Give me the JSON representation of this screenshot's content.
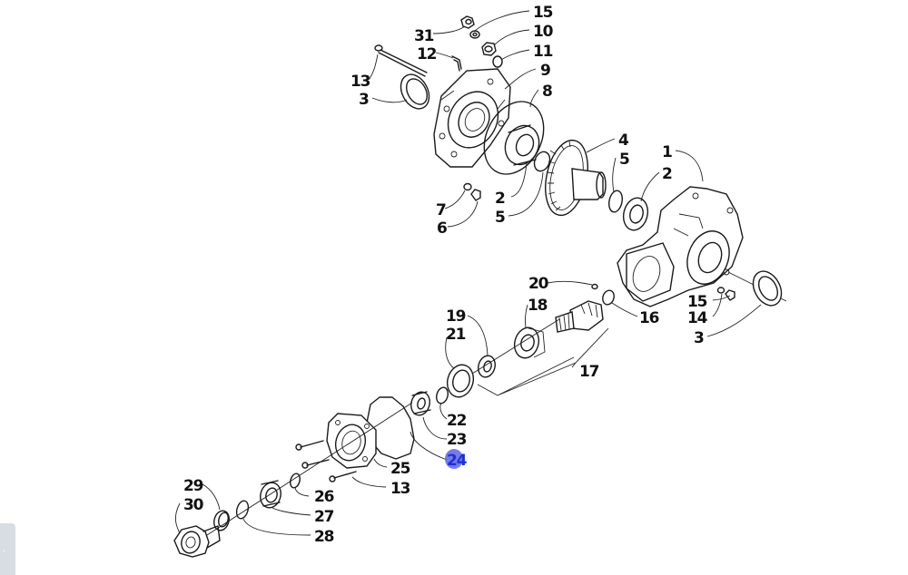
{
  "diagram": {
    "callouts": [
      {
        "id": "c15a",
        "text": "15"
      },
      {
        "id": "c31",
        "text": "31"
      },
      {
        "id": "c10",
        "text": "10"
      },
      {
        "id": "c12",
        "text": "12"
      },
      {
        "id": "c11",
        "text": "11"
      },
      {
        "id": "c9",
        "text": "9"
      },
      {
        "id": "c13a",
        "text": "13"
      },
      {
        "id": "c8",
        "text": "8"
      },
      {
        "id": "c3a",
        "text": "3"
      },
      {
        "id": "c4",
        "text": "4"
      },
      {
        "id": "c1",
        "text": "1"
      },
      {
        "id": "c5a",
        "text": "5"
      },
      {
        "id": "c2a",
        "text": "2"
      },
      {
        "id": "c2b",
        "text": "2"
      },
      {
        "id": "c7",
        "text": "7"
      },
      {
        "id": "c5b",
        "text": "5"
      },
      {
        "id": "c6",
        "text": "6"
      },
      {
        "id": "c20",
        "text": "20"
      },
      {
        "id": "c18",
        "text": "18"
      },
      {
        "id": "c19",
        "text": "19"
      },
      {
        "id": "c16",
        "text": "16"
      },
      {
        "id": "c15b",
        "text": "15"
      },
      {
        "id": "c14",
        "text": "14"
      },
      {
        "id": "c21",
        "text": "21"
      },
      {
        "id": "c3b",
        "text": "3"
      },
      {
        "id": "c17",
        "text": "17"
      },
      {
        "id": "c22",
        "text": "22"
      },
      {
        "id": "c23",
        "text": "23"
      },
      {
        "id": "c24",
        "text": "24"
      },
      {
        "id": "c25",
        "text": "25"
      },
      {
        "id": "c29",
        "text": "29"
      },
      {
        "id": "c13b",
        "text": "13"
      },
      {
        "id": "c26",
        "text": "26"
      },
      {
        "id": "c30",
        "text": "30"
      },
      {
        "id": "c27",
        "text": "27"
      },
      {
        "id": "c28",
        "text": "28"
      }
    ],
    "highlighted_callout": "24",
    "highlight_color": "#5b63f0",
    "line_color": "#1a1a1a"
  },
  "side_tab": {
    "icon": "chevron-right-icon",
    "glyph": "›",
    "color": "#d7dde3"
  }
}
